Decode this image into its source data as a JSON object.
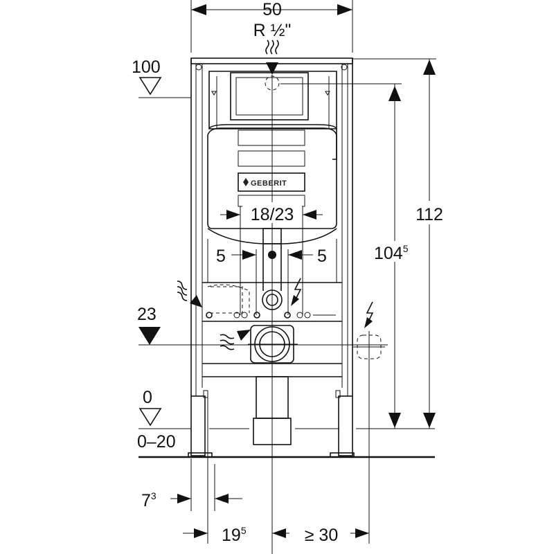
{
  "dimensions": {
    "width": "50",
    "thread": "R ½\"",
    "level_100": "100",
    "level_23": "23",
    "level_0": "0",
    "floor_range": "0–20",
    "height_112": "112",
    "height_104_base": "104",
    "height_104_sup": "5",
    "pipe_18_23": "18/23",
    "offset_left_5": "5",
    "offset_right_5": "5",
    "leg_7_base": "7",
    "leg_7_sup": "3",
    "axis_19_base": "19",
    "axis_19_sup": "5",
    "min_30": "≥ 30"
  },
  "logo": {
    "text": "GEBERIT"
  },
  "colors": {
    "line": "#111111",
    "background": "#ffffff"
  }
}
